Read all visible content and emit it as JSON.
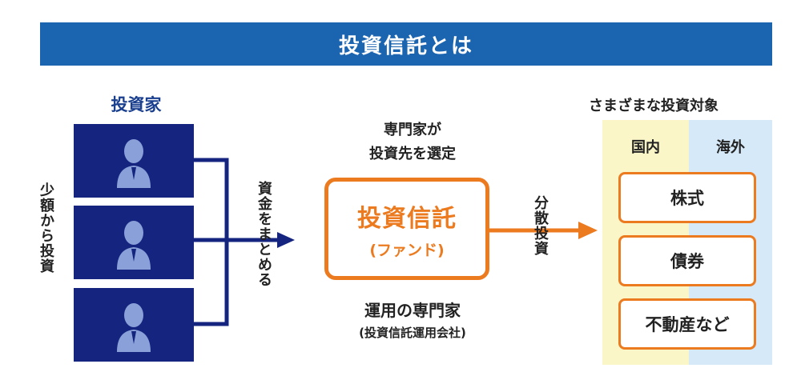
{
  "banner": {
    "title": "投資信託とは"
  },
  "investors": {
    "title": "投資家",
    "side_label": "少額から投資",
    "avatar_icon": "person-icon",
    "count": 3
  },
  "flow": {
    "funds_label": "資金をまとめる",
    "distribution_label": "分散投資"
  },
  "fund": {
    "top_caption_line1": "専門家が",
    "top_caption_line2": "投資先を選定",
    "name": "投資信託",
    "name_sub": "(ファンド)",
    "manager": "運用の専門家",
    "manager_sub": "(投資信託運用会社)"
  },
  "targets": {
    "title": "さまざまな投資対象",
    "domestic": "国内",
    "foreign": "海外",
    "assets": [
      "株式",
      "債券",
      "不動産など"
    ]
  },
  "colors": {
    "banner": "#1a64b0",
    "investor_box": "#14247f",
    "connector": "#14247f",
    "accent_orange": "#ec7a1f",
    "domestic_bg": "#fbf6c8",
    "foreign_bg": "#d6e9f8"
  }
}
